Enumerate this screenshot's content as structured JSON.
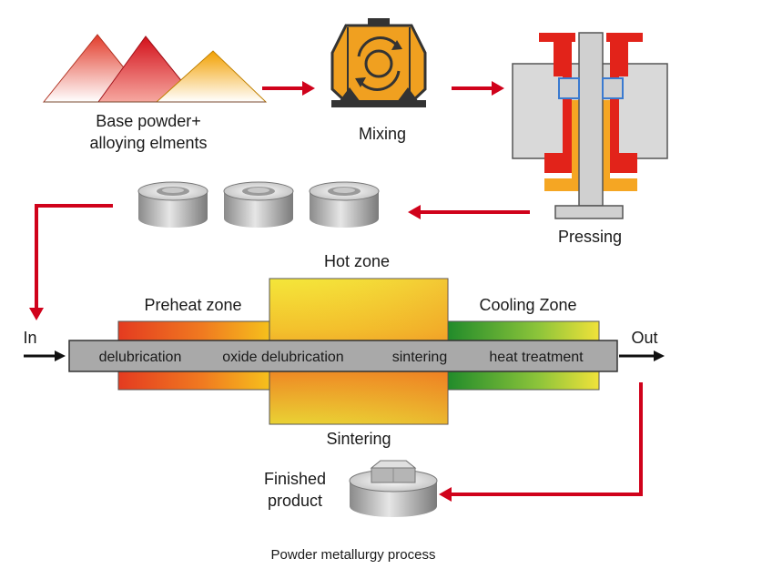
{
  "labels": {
    "base_powder_line1": "Base powder+",
    "base_powder_line2": "alloying elments",
    "mixing": "Mixing",
    "pressing": "Pressing",
    "hot_zone": "Hot zone",
    "preheat_zone": "Preheat zone",
    "cooling_zone": "Cooling Zone",
    "in": "In",
    "out": "Out",
    "delubrication": "delubrication",
    "oxide_delubrication": "oxide delubrication",
    "sintering_step": "sintering",
    "heat_treatment": "heat treatment",
    "sintering": "Sintering",
    "finished_line1": "Finished",
    "finished_line2": "product",
    "caption": "Powder metallurgy process"
  },
  "colors": {
    "arrow_red": "#d0021b",
    "press_red": "#e2231a",
    "press_orange": "#f5a623",
    "mixer_orange": "#f0a020",
    "belt_grey": "#a9a9a9"
  }
}
